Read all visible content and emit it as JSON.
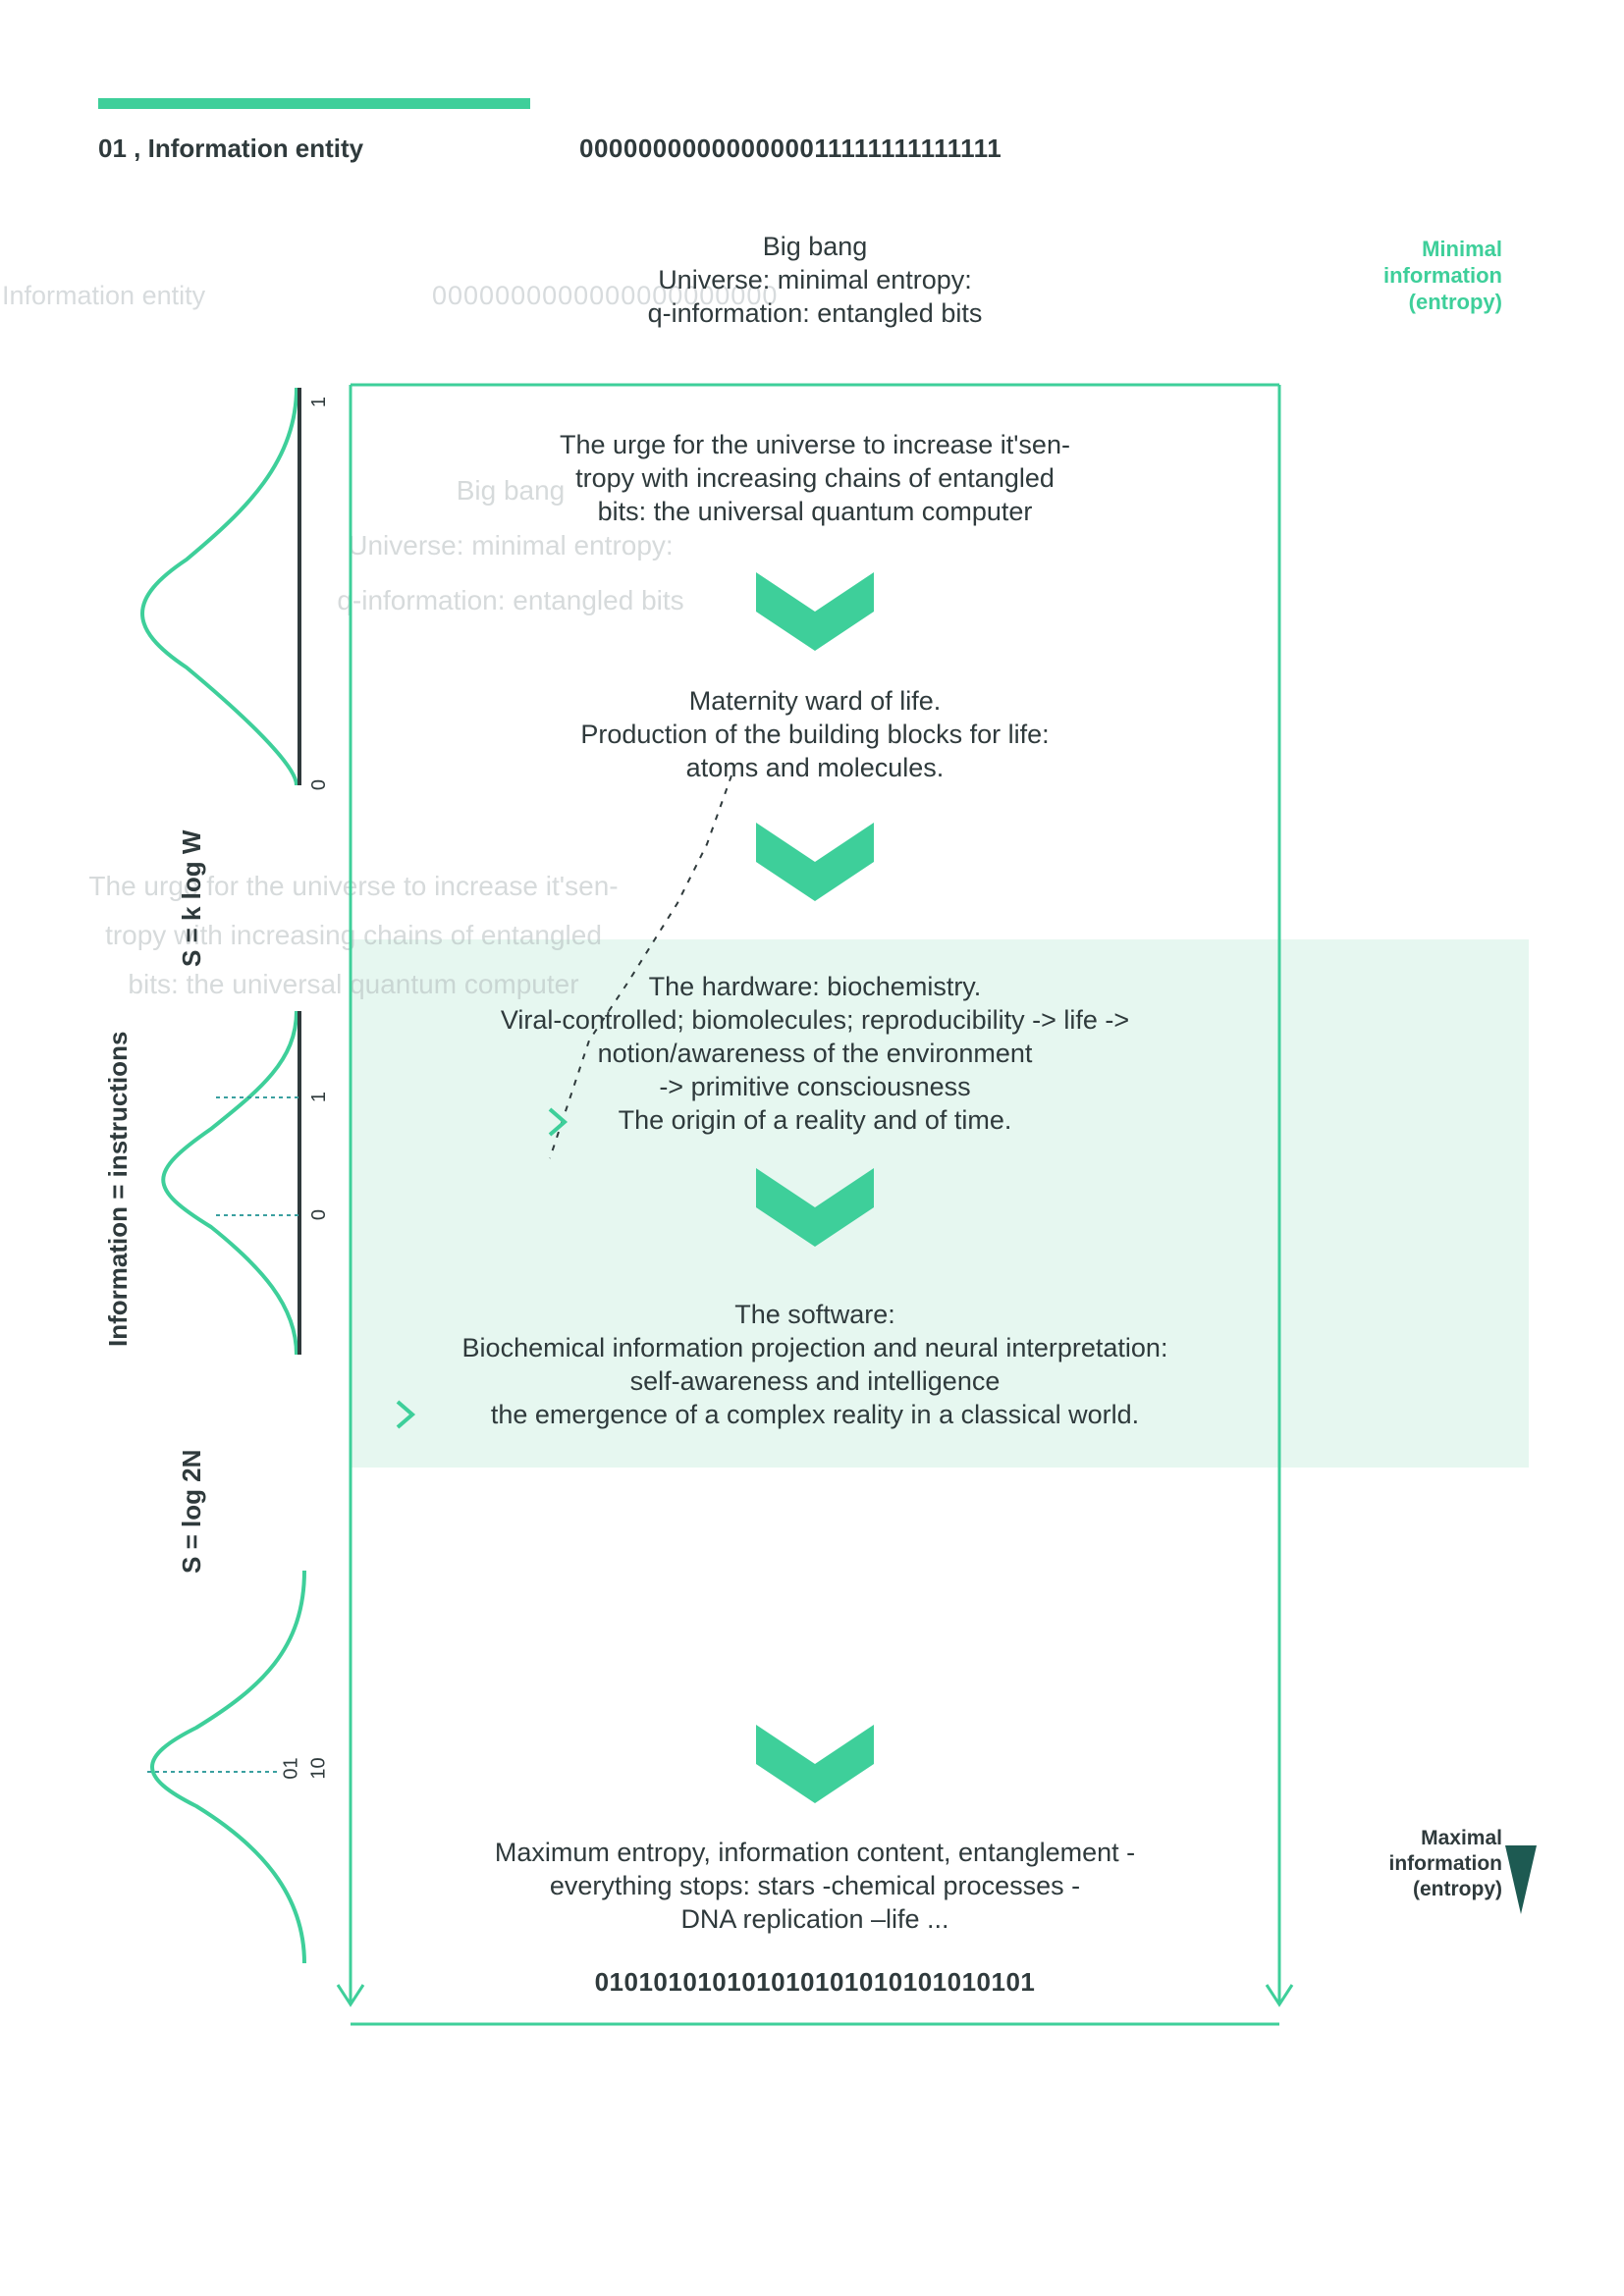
{
  "header": {
    "title": "01 , Information entity",
    "bits_top": "000000000000000011111111111111"
  },
  "top_block": {
    "line1": "Big bang",
    "line2": "Universe: minimal entropy:",
    "line3": "q-information: entangled bits"
  },
  "right_axis": {
    "top_label": [
      "Minimal",
      "information",
      "(entropy)"
    ],
    "bottom_label": [
      "Maximal",
      "information",
      "(entropy)"
    ]
  },
  "left_axis": {
    "info_label": "Information = instructions",
    "formula_1": "S = k log W",
    "formula_2": "S = log 2N",
    "ticks_1": [
      "1",
      "0"
    ],
    "ticks_2": [
      "1",
      "0"
    ],
    "ticks_3": [
      "01",
      "10"
    ]
  },
  "steps": {
    "urge": [
      "The urge for the universe to increase it'sen-",
      "tropy with increasing chains of entangled",
      "bits: the universal quantum computer"
    ],
    "maternity": [
      "Maternity ward of life.",
      "Production of the building blocks for life:",
      "atoms and molecules."
    ],
    "hardware": [
      "The hardware: biochemistry.",
      "Viral-controlled; biomolecules; reproducibility -> life ->",
      "notion/awareness of the environment",
      "-> primitive consciousness",
      "The origin of a reality and of time."
    ],
    "software": [
      "The software:",
      "Biochemical information projection and neural interpretation:",
      "self-awareness and intelligence",
      "the emergence of a complex reality in a classical world."
    ],
    "maximum": [
      "Maximum entropy, information content, entanglement -",
      "everything stops: stars -chemical processes -",
      "DNA replication –life ..."
    ]
  },
  "bits_bottom": "010101010101010101010101010101",
  "ghost": {
    "entity": "Information entity",
    "bits": "0000000000000000000000",
    "big_bang": [
      "Big bang",
      "Universe: minimal entropy:",
      "q-information: entangled bits"
    ],
    "urge": [
      "The urge for the universe to increase it'sen-",
      "tropy with increasing chains of entangled",
      "bits: the universal quantum computer"
    ]
  },
  "colors": {
    "accent": "#3ecf9a",
    "text": "#2f3a3c",
    "band": "#e6f7f0",
    "axis_dark": "#1d5a52"
  }
}
